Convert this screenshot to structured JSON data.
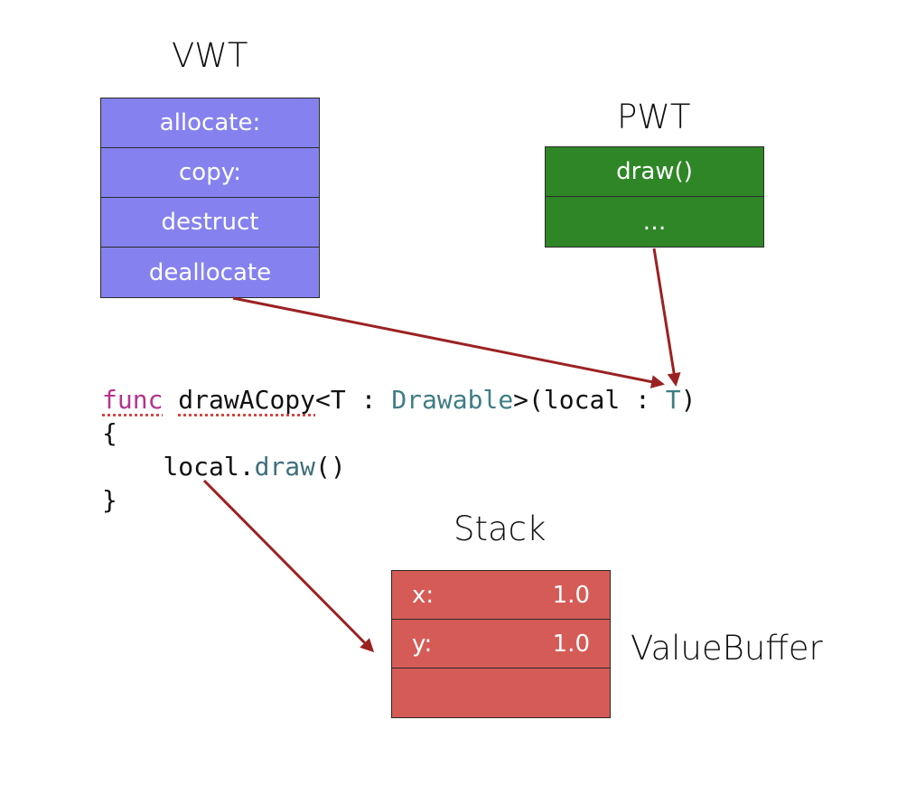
{
  "vwt": {
    "title": "VWT",
    "rows": [
      "allocate:",
      "copy:",
      "destruct",
      "deallocate"
    ]
  },
  "pwt": {
    "title": "PWT",
    "rows": [
      "draw()",
      "…"
    ]
  },
  "code": {
    "line1": {
      "keyword": "func",
      "space1": " ",
      "func_name": "drawACopy",
      "generic_open": "<T : ",
      "protocol": "Drawable",
      "params_open": ">(local : ",
      "param_type": "T",
      "params_close": ")"
    },
    "line2": "{",
    "line3": {
      "indent": "    ",
      "receiver": "local.",
      "method": "draw",
      "call": "()"
    },
    "line4": "}"
  },
  "stack": {
    "title": "Stack",
    "rows": [
      {
        "label": "x:",
        "value": "1.0"
      },
      {
        "label": "y:",
        "value": "1.0"
      },
      {
        "label": "",
        "value": ""
      }
    ]
  },
  "value_buffer_label": "ValueBuffer",
  "colors": {
    "vwt_fill": "#8582ef",
    "pwt_fill": "#2f8627",
    "stack_fill": "#d55b57",
    "arrow": "#9b2222"
  }
}
